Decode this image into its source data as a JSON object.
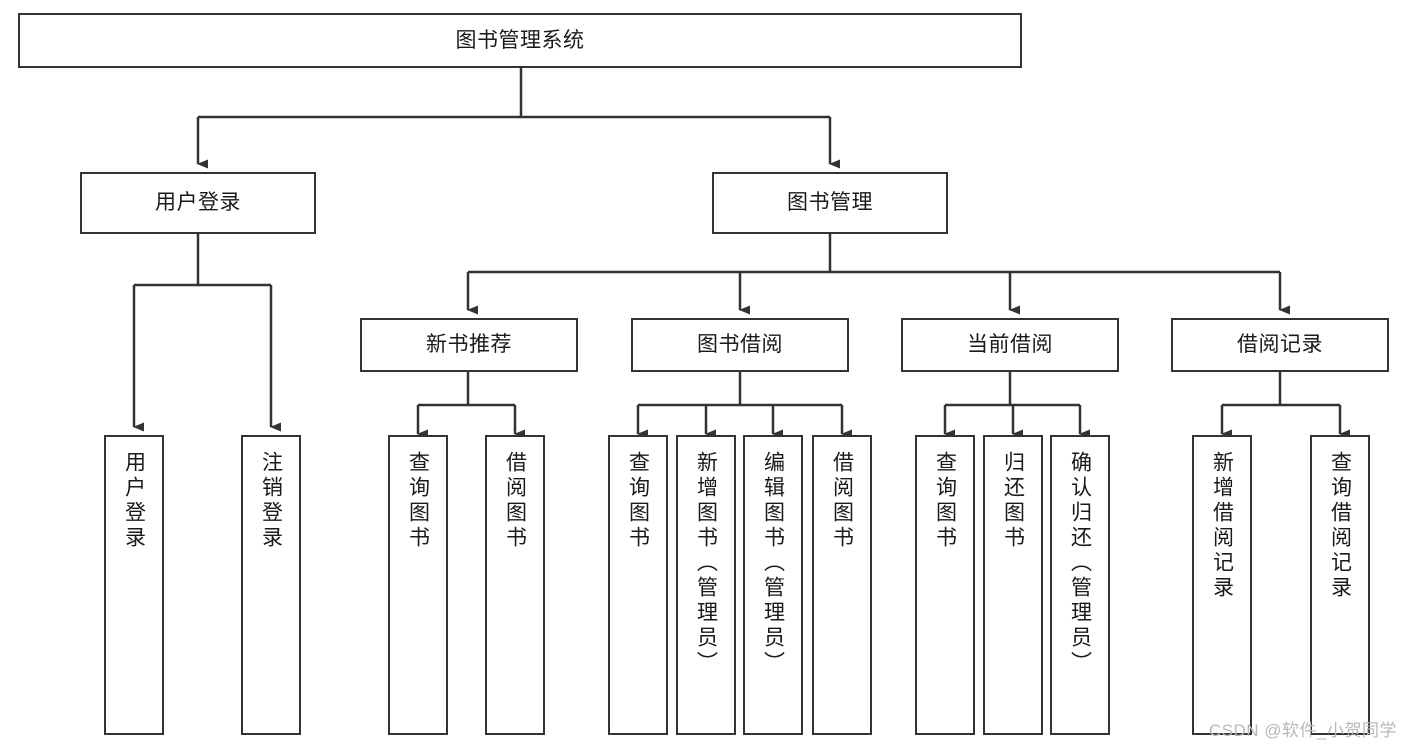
{
  "diagram": {
    "type": "tree-hierarchy",
    "title": "图书管理系统",
    "watermark": "CSDN @软件_小贺同学",
    "colors": {
      "box_border": "#333333",
      "box_fill": "#ffffff",
      "connector": "#333333",
      "text": "#1a1a1a",
      "watermark": "#b8b8b8",
      "background": "#ffffff"
    },
    "levels": {
      "root": {
        "label": "图书管理系统"
      },
      "level2": [
        {
          "label": "用户登录"
        },
        {
          "label": "图书管理"
        }
      ],
      "level3": [
        {
          "label": "新书推荐"
        },
        {
          "label": "图书借阅"
        },
        {
          "label": "当前借阅"
        },
        {
          "label": "借阅记录"
        }
      ],
      "leaves": {
        "user_login": [
          {
            "label": "用户登录"
          },
          {
            "label": "注销登录"
          }
        ],
        "new_book": [
          {
            "label": "查询图书"
          },
          {
            "label": "借阅图书"
          }
        ],
        "book_borrow": [
          {
            "label": "查询图书"
          },
          {
            "label": "新增图书（管理员）"
          },
          {
            "label": "编辑图书（管理员）"
          },
          {
            "label": "借阅图书"
          }
        ],
        "current_borrow": [
          {
            "label": "查询图书"
          },
          {
            "label": "归还图书"
          },
          {
            "label": "确认归还（管理员）"
          }
        ],
        "borrow_record": [
          {
            "label": "新增借阅记录"
          },
          {
            "label": "查询借阅记录"
          }
        ]
      }
    }
  }
}
